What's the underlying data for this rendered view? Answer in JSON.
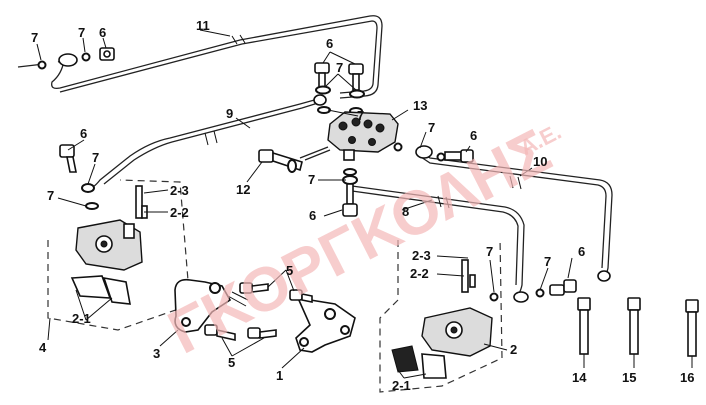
{
  "watermark": {
    "main": "ΓΚΟΡΓΚΟΛΗΣ",
    "suffix": "Α.Ε.",
    "color": "#f4b8b8"
  },
  "colors": {
    "line": "#222222",
    "background": "#ffffff"
  },
  "labels": {
    "l11": "11",
    "l7a": "7",
    "l7b": "7",
    "l6a": "6",
    "l6b": "6",
    "l7c": "7",
    "l7d": "7",
    "l13": "13",
    "l9": "9",
    "l6c": "6",
    "l7e": "7",
    "l7f": "7",
    "l6d": "6",
    "l10": "10",
    "l12": "12",
    "l7g": "7",
    "l6e": "6",
    "l8": "8",
    "l7h": "7",
    "l23a": "2-3",
    "l22a": "2-2",
    "l6f": "6",
    "l7i": "7",
    "l23b": "2-3",
    "l22b": "2-2",
    "l5a": "5",
    "l21a": "2-1",
    "l4": "4",
    "l3": "3",
    "l5b": "5",
    "l1": "1",
    "l2": "2",
    "l21b": "2-1",
    "l14": "14",
    "l15": "15",
    "l16": "16"
  }
}
